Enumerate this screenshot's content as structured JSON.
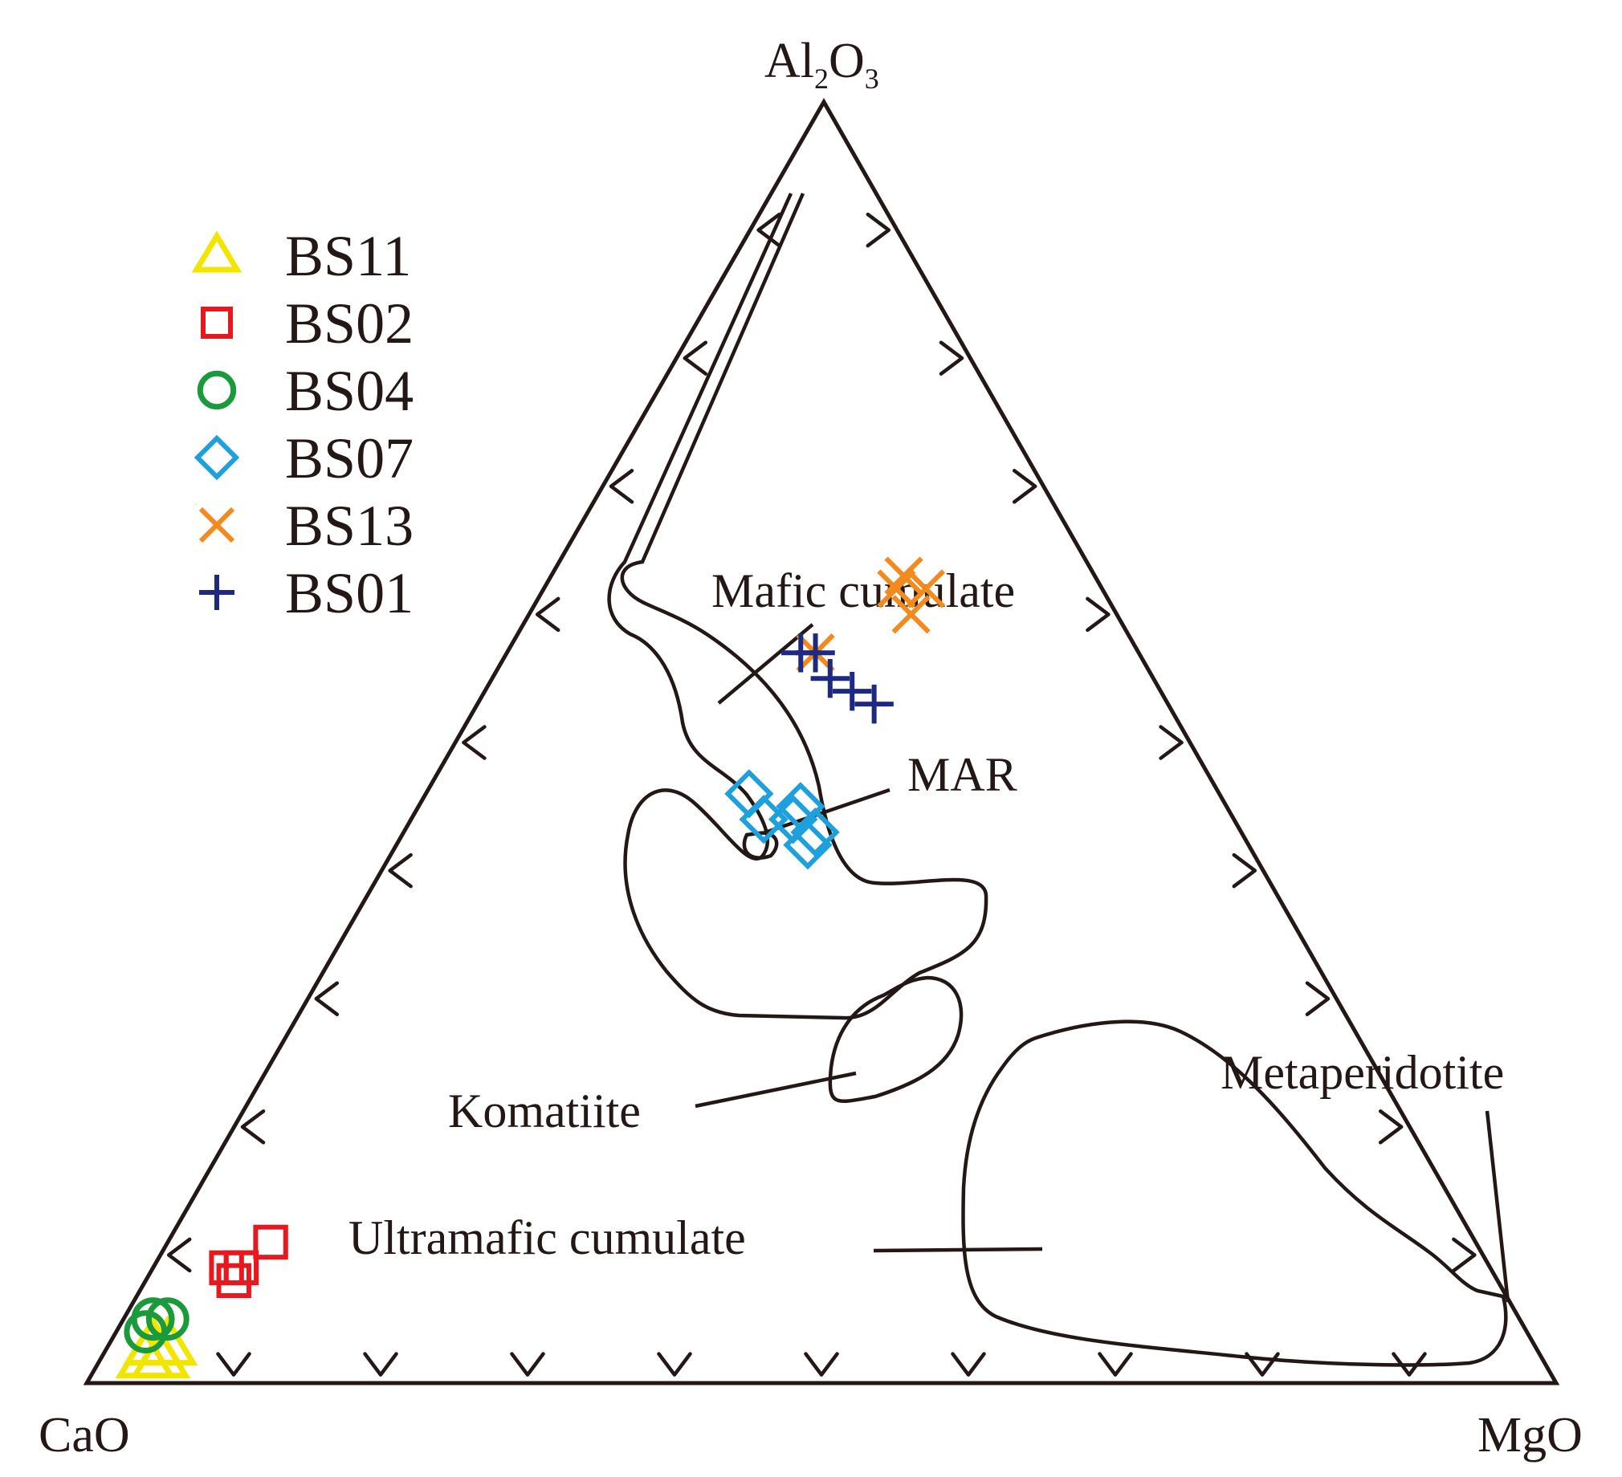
{
  "chart_data": {
    "type": "ternary-scatter",
    "axes": {
      "top": "Al2O3",
      "left": "CaO",
      "right": "MgO"
    },
    "top_label_parts": {
      "base1": "Al",
      "sub1": "2",
      "base2": "O",
      "sub2": "3"
    },
    "grid": false,
    "legend_placement": "top-left",
    "fields": [
      {
        "id": "mafic-cumulate",
        "label": "Mafic cumulate"
      },
      {
        "id": "mar",
        "label": "MAR"
      },
      {
        "id": "komatiite",
        "label": "Komatiite"
      },
      {
        "id": "ultramafic-cumulate",
        "label": "Ultramafic cumulate"
      },
      {
        "id": "metaperidotite",
        "label": "Metaperidotite"
      }
    ],
    "series": [
      {
        "name": "BS11",
        "marker": "triangle",
        "color": "#f2e600",
        "points": [
          [
            0.02,
            0.94,
            0.04
          ],
          [
            0.03,
            0.93,
            0.04
          ],
          [
            0.02,
            0.95,
            0.03
          ],
          [
            0.03,
            0.94,
            0.03
          ]
        ]
      },
      {
        "name": "BS02",
        "marker": "square",
        "color": "#e8191e",
        "points": [
          [
            0.11,
            0.82,
            0.07
          ],
          [
            0.09,
            0.85,
            0.06
          ],
          [
            0.09,
            0.86,
            0.05
          ],
          [
            0.08,
            0.86,
            0.06
          ],
          [
            0.09,
            0.85,
            0.06
          ]
        ]
      },
      {
        "name": "BS04",
        "marker": "circle",
        "color": "#1a9a3a",
        "points": [
          [
            0.05,
            0.93,
            0.02
          ],
          [
            0.05,
            0.92,
            0.03
          ],
          [
            0.04,
            0.94,
            0.02
          ],
          [
            0.05,
            0.93,
            0.02
          ]
        ]
      },
      {
        "name": "BS07",
        "marker": "diamond",
        "color": "#1ea0dc",
        "points": [
          [
            0.46,
            0.32,
            0.22
          ],
          [
            0.44,
            0.32,
            0.24
          ],
          [
            0.44,
            0.3,
            0.26
          ],
          [
            0.43,
            0.29,
            0.28
          ],
          [
            0.45,
            0.29,
            0.26
          ],
          [
            0.44,
            0.3,
            0.26
          ],
          [
            0.42,
            0.3,
            0.28
          ]
        ]
      },
      {
        "name": "BS13",
        "marker": "x",
        "color": "#f28a1e",
        "points": [
          [
            0.62,
            0.14,
            0.24
          ],
          [
            0.63,
            0.13,
            0.24
          ],
          [
            0.62,
            0.12,
            0.26
          ],
          [
            0.6,
            0.14,
            0.26
          ],
          [
            0.57,
            0.22,
            0.21
          ]
        ]
      },
      {
        "name": "BS01",
        "marker": "plus",
        "color": "#1d2a80",
        "points": [
          [
            0.57,
            0.23,
            0.2
          ],
          [
            0.57,
            0.22,
            0.21
          ],
          [
            0.55,
            0.22,
            0.23
          ],
          [
            0.54,
            0.21,
            0.25
          ],
          [
            0.53,
            0.2,
            0.27
          ]
        ]
      }
    ]
  }
}
